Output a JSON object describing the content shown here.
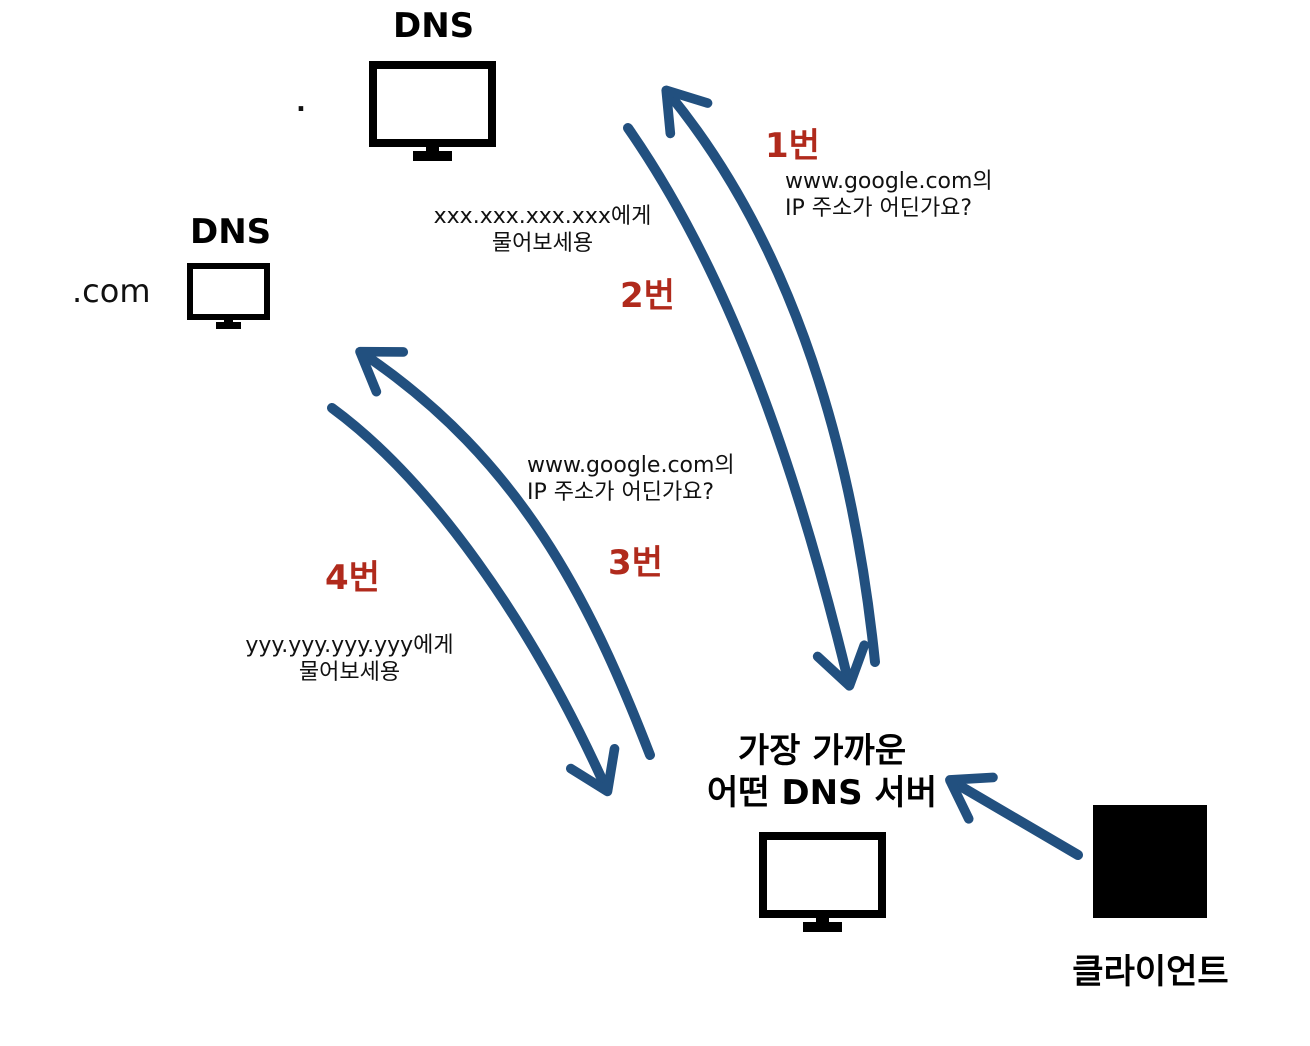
{
  "root_server": {
    "title": "DNS",
    "zone_label": "."
  },
  "com_server": {
    "title": "DNS",
    "zone_label": ".com"
  },
  "nearest_server": {
    "title_line1": "가장 가까운",
    "title_line2": "어떤 DNS 서버"
  },
  "client": {
    "label": "클라이언트"
  },
  "steps": {
    "step1": {
      "label": "1번",
      "line1": "www.google.com의",
      "line2": "IP 주소가 어딘가요?"
    },
    "step2": {
      "label": "2번",
      "line1": "xxx.xxx.xxx.xxx에게",
      "line2": "물어보세용"
    },
    "step3": {
      "label": "3번",
      "line1": "www.google.com의",
      "line2": "IP 주소가 어딘가요?"
    },
    "step4": {
      "label": "4번",
      "line1": "yyy.yyy.yyy.yyy에게",
      "line2": "물어보세용"
    }
  },
  "colors": {
    "arrow": "#22507f",
    "step_label": "#b02a1c",
    "device": "#000000"
  }
}
